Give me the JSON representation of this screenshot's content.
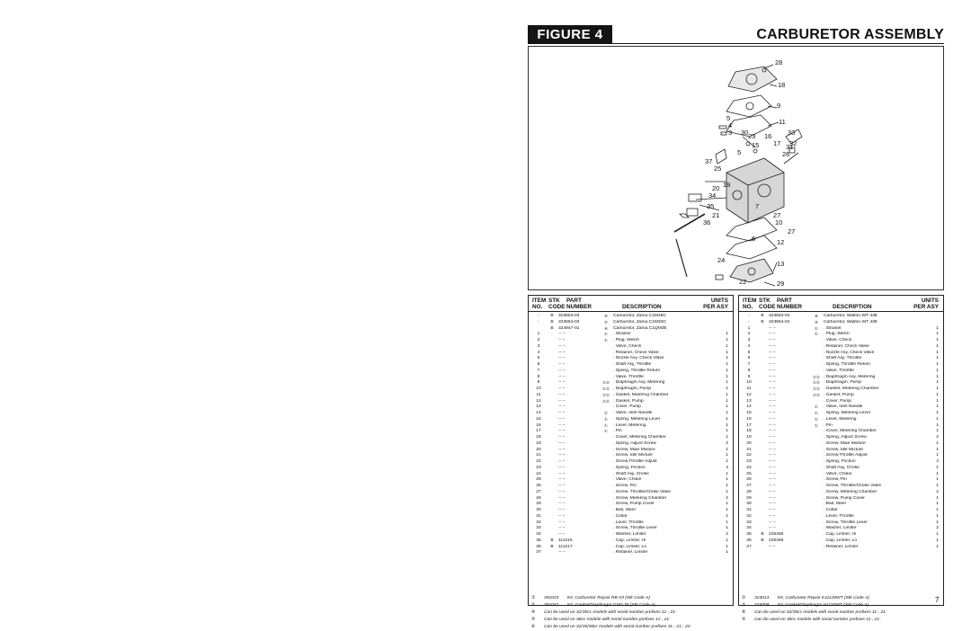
{
  "header": {
    "figure_label": "FIGURE 4",
    "title": "CARBURETOR ASSEMBLY"
  },
  "diagram": {
    "callouts": [
      "28",
      "18",
      "9",
      "5",
      "4",
      "3",
      "11",
      "30",
      "23",
      "16",
      "33",
      "17",
      "32",
      "15",
      "26",
      "31",
      "5",
      "37",
      "25",
      "19",
      "20",
      "34",
      "35",
      "21",
      "27",
      "7",
      "36",
      "10",
      "27",
      "6",
      "12",
      "24",
      "13",
      "22",
      "29"
    ]
  },
  "columns": {
    "item": "ITEM",
    "no": "NO.",
    "stk": "STK",
    "code": "CODE",
    "part": "PART",
    "number": "NUMBER",
    "description": "DESCRIPTION",
    "units": "UNITS",
    "per_asy": "PER ASY"
  },
  "table_left": {
    "rows": [
      {
        "item": "-",
        "stk": "B",
        "part": "323653-03",
        "mark": "④",
        "desc": "Carburetor, Zama C1M28C",
        "units": ""
      },
      {
        "item": "-",
        "stk": "B",
        "part": "323654-03",
        "mark": "⑤",
        "desc": "Carburetor, Zama C1M33C",
        "units": ""
      },
      {
        "item": "",
        "stk": "B",
        "part": "324947-01",
        "mark": "⑥",
        "desc": "Carburetor, Zama C1QM36",
        "units": ""
      },
      {
        "item": "1",
        "stk": "",
        "part": "-- --",
        "mark": "①",
        "desc": ". Strainer",
        "units": "1"
      },
      {
        "item": "2",
        "stk": "",
        "part": "-- --",
        "mark": "①",
        "desc": ". Plug, Welch",
        "units": "1"
      },
      {
        "item": "3",
        "stk": "",
        "part": "-- --",
        "mark": "",
        "desc": ". Valve, Check",
        "units": "1"
      },
      {
        "item": "4",
        "stk": "",
        "part": "-- --",
        "mark": "",
        "desc": ". Retainer, Check Valve",
        "units": "1"
      },
      {
        "item": "5",
        "stk": "",
        "part": "-- --",
        "mark": "",
        "desc": ". Nozzle Asy, Check Valve",
        "units": "1"
      },
      {
        "item": "6",
        "stk": "",
        "part": "-- --",
        "mark": "",
        "desc": ". Shaft Asy, Throttle",
        "units": "1"
      },
      {
        "item": "7",
        "stk": "",
        "part": "-- --",
        "mark": "",
        "desc": ". Spring, Throttle Return",
        "units": "1"
      },
      {
        "item": "8",
        "stk": "",
        "part": "-- --",
        "mark": "",
        "desc": ". Valve, Throttle",
        "units": "1"
      },
      {
        "item": "9",
        "stk": "",
        "part": "-- --",
        "mark": "①②",
        "desc": ". Diaphragm Asy, Metering",
        "units": "1"
      },
      {
        "item": "10",
        "stk": "",
        "part": "-- --",
        "mark": "①②",
        "desc": ". Diaphragm, Pump",
        "units": "1"
      },
      {
        "item": "11",
        "stk": "",
        "part": "-- --",
        "mark": "①②",
        "desc": ". Gasket, Metering Chamber",
        "units": "1"
      },
      {
        "item": "12",
        "stk": "",
        "part": "-- --",
        "mark": "①②",
        "desc": ". Gasket, Pump",
        "units": "1"
      },
      {
        "item": "13",
        "stk": "",
        "part": "-- --",
        "mark": "",
        "desc": ". Cover, Pump",
        "units": "1"
      },
      {
        "item": "14",
        "stk": "",
        "part": "-- --",
        "mark": "①",
        "desc": ". Valve, Inlet Needle",
        "units": "1"
      },
      {
        "item": "15",
        "stk": "",
        "part": "-- --",
        "mark": "①",
        "desc": ". Spring, Metering Lever",
        "units": "1"
      },
      {
        "item": "16",
        "stk": "",
        "part": "-- --",
        "mark": "①",
        "desc": ". Lever, Metering",
        "units": "1"
      },
      {
        "item": "17",
        "stk": "",
        "part": "-- --",
        "mark": "①",
        "desc": ". Pin",
        "units": "1"
      },
      {
        "item": "18",
        "stk": "",
        "part": "-- --",
        "mark": "",
        "desc": ". Cover, Metering Chamber",
        "units": "1"
      },
      {
        "item": "19",
        "stk": "",
        "part": "-- --",
        "mark": "",
        "desc": ". Spring, Adjust Screw",
        "units": "2"
      },
      {
        "item": "20",
        "stk": "",
        "part": "-- --",
        "mark": "",
        "desc": ". Screw, Main Mixture",
        "units": "1"
      },
      {
        "item": "21",
        "stk": "",
        "part": "-- --",
        "mark": "",
        "desc": ". Screw, Idle Mixture",
        "units": "1"
      },
      {
        "item": "22",
        "stk": "",
        "part": "-- --",
        "mark": "",
        "desc": ". Screw,Throttle Adjust",
        "units": "1"
      },
      {
        "item": "23",
        "stk": "",
        "part": "-- --",
        "mark": "",
        "desc": ". Spring, Friction",
        "units": "4"
      },
      {
        "item": "24",
        "stk": "",
        "part": "-- --",
        "mark": "",
        "desc": ". Shaft Asy, Choke",
        "units": "1"
      },
      {
        "item": "25",
        "stk": "",
        "part": "-- --",
        "mark": "",
        "desc": ". Valve, Choke",
        "units": "1"
      },
      {
        "item": "26",
        "stk": "",
        "part": "-- --",
        "mark": "",
        "desc": ". Screw, Pin",
        "units": "1"
      },
      {
        "item": "27",
        "stk": "",
        "part": "-- --",
        "mark": "",
        "desc": ". Screw, Throttle/Choke Valve",
        "units": "1"
      },
      {
        "item": "28",
        "stk": "",
        "part": "-- --",
        "mark": "",
        "desc": ". Screw, Metering Chamber",
        "units": "2"
      },
      {
        "item": "29",
        "stk": "",
        "part": "-- --",
        "mark": "",
        "desc": ". Screw, Pump Cover",
        "units": "1"
      },
      {
        "item": "30",
        "stk": "",
        "part": "-- --",
        "mark": "",
        "desc": ". Ball, Steel",
        "units": "1"
      },
      {
        "item": "31",
        "stk": "",
        "part": "-- --",
        "mark": "",
        "desc": ". Collar",
        "units": "1"
      },
      {
        "item": "32",
        "stk": "",
        "part": "-- --",
        "mark": "",
        "desc": ". Lever, Throttle",
        "units": "1"
      },
      {
        "item": "33",
        "stk": "",
        "part": "-- --",
        "mark": "",
        "desc": ". Screw, Throttle Lever",
        "units": "1"
      },
      {
        "item": "34",
        "stk": "",
        "part": "-- --",
        "mark": "",
        "desc": ". Washer, Limiter",
        "units": "2"
      },
      {
        "item": "35",
        "stk": "B",
        "part": "111216",
        "mark": "",
        "desc": ". Cap, Limiter, Hi",
        "units": "1"
      },
      {
        "item": "36",
        "stk": "B",
        "part": "111217",
        "mark": "",
        "desc": ". Cap, Limiter, Lo",
        "units": "1"
      },
      {
        "item": "37",
        "stk": "",
        "part": "-- --",
        "mark": "",
        "desc": ". Retainer, Limiter",
        "units": "1"
      }
    ],
    "notes": [
      {
        "mark": "①",
        "part": "391043",
        "text": "Kit, Carburetor Repair RB-19 (Stk Code A)"
      },
      {
        "mark": "②",
        "part": "391042",
        "text": "Kit, Gasket/Diaphragm GND-35 (Stk Code A)"
      },
      {
        "mark": "④",
        "part": "",
        "text": "Can be used on 32/35cc models with serial number prefixes 11-, 21-"
      },
      {
        "mark": "⑤",
        "part": "",
        "text": "Can be used on 38cc models with serial number prefixes 11-, 21-"
      },
      {
        "mark": "⑥",
        "part": "",
        "text": "Can be used on 32/35/38cc models with serial number prefixes 11-, 21-, 22-"
      }
    ]
  },
  "table_right": {
    "rows": [
      {
        "item": "-",
        "stk": "B",
        "part": "323653-04",
        "mark": "⑧",
        "desc": "Carburetor, Walbro WT 438",
        "units": ""
      },
      {
        "item": "-",
        "stk": "B",
        "part": "323654-04",
        "mark": "⑨",
        "desc": "Carburetor, Walbro WT 439",
        "units": ""
      },
      {
        "item": "1",
        "stk": "",
        "part": "-- --",
        "mark": "①",
        "desc": ". Strainer",
        "units": "1"
      },
      {
        "item": "2",
        "stk": "",
        "part": "-- --",
        "mark": "①",
        "desc": ". Plug, Welch",
        "units": "1"
      },
      {
        "item": "3",
        "stk": "",
        "part": "-- --",
        "mark": "",
        "desc": ". Valve, Check",
        "units": "1"
      },
      {
        "item": "4",
        "stk": "",
        "part": "-- --",
        "mark": "",
        "desc": ". Retainer, Check Valve",
        "units": "1"
      },
      {
        "item": "5",
        "stk": "",
        "part": "-- --",
        "mark": "",
        "desc": ". Nozzle Asy, Check Valve",
        "units": "1"
      },
      {
        "item": "6",
        "stk": "",
        "part": "-- --",
        "mark": "",
        "desc": ". Shaft Asy, Throttle",
        "units": "1"
      },
      {
        "item": "7",
        "stk": "",
        "part": "-- --",
        "mark": "",
        "desc": ". Spring, Throttle Return",
        "units": "1"
      },
      {
        "item": "8",
        "stk": "",
        "part": "-- --",
        "mark": "",
        "desc": ". Valve, Throttle",
        "units": "1"
      },
      {
        "item": "9",
        "stk": "",
        "part": "-- --",
        "mark": "①②",
        "desc": ". Diaphragm Asy, Metering",
        "units": "1"
      },
      {
        "item": "10",
        "stk": "",
        "part": "-- --",
        "mark": "①②",
        "desc": ". Diaphragm, Pump",
        "units": "1"
      },
      {
        "item": "11",
        "stk": "",
        "part": "-- --",
        "mark": "①②",
        "desc": ". Gasket, Metering Chamber",
        "units": "1"
      },
      {
        "item": "12",
        "stk": "",
        "part": "-- --",
        "mark": "①②",
        "desc": ". Gasket, Pump",
        "units": "1"
      },
      {
        "item": "13",
        "stk": "",
        "part": "-- --",
        "mark": "",
        "desc": ". Cover, Pump",
        "units": "1"
      },
      {
        "item": "14",
        "stk": "",
        "part": "-- --",
        "mark": "①",
        "desc": ". Valve, Inlet Needle",
        "units": "1"
      },
      {
        "item": "15",
        "stk": "",
        "part": "-- --",
        "mark": "①",
        "desc": ". Spring, Metering Lever",
        "units": "1"
      },
      {
        "item": "16",
        "stk": "",
        "part": "-- --",
        "mark": "①",
        "desc": ". Lever, Metering",
        "units": "1"
      },
      {
        "item": "17",
        "stk": "",
        "part": "-- --",
        "mark": "①",
        "desc": ". Pin",
        "units": "1"
      },
      {
        "item": "18",
        "stk": "",
        "part": "-- --",
        "mark": "",
        "desc": ". Cover, Metering Chamber",
        "units": "1"
      },
      {
        "item": "19",
        "stk": "",
        "part": "-- --",
        "mark": "",
        "desc": ". Spring, Adjust Screw",
        "units": "2"
      },
      {
        "item": "20",
        "stk": "",
        "part": "-- --",
        "mark": "",
        "desc": ". Screw, Main Mixture",
        "units": "1"
      },
      {
        "item": "21",
        "stk": "",
        "part": "-- --",
        "mark": "",
        "desc": ". Screw, Idle Mixture",
        "units": "1"
      },
      {
        "item": "22",
        "stk": "",
        "part": "-- --",
        "mark": "",
        "desc": ". Screw,Throttle Adjust",
        "units": "1"
      },
      {
        "item": "23",
        "stk": "",
        "part": "-- --",
        "mark": "",
        "desc": ". Spring, Friction",
        "units": "4"
      },
      {
        "item": "24",
        "stk": "",
        "part": "-- --",
        "mark": "",
        "desc": ". Shaft Asy, Choke",
        "units": "1"
      },
      {
        "item": "25",
        "stk": "",
        "part": "-- --",
        "mark": "",
        "desc": ". Valve, Choke",
        "units": "1"
      },
      {
        "item": "26",
        "stk": "",
        "part": "-- --",
        "mark": "",
        "desc": ". Screw, Pin",
        "units": "1"
      },
      {
        "item": "27",
        "stk": "",
        "part": "-- --",
        "mark": "",
        "desc": ". Screw, Throttle/Choke Valve",
        "units": "1"
      },
      {
        "item": "28",
        "stk": "",
        "part": "-- --",
        "mark": "",
        "desc": ". Screw, Metering Chamber",
        "units": "2"
      },
      {
        "item": "29",
        "stk": "",
        "part": "-- --",
        "mark": "",
        "desc": ". Screw, Pump Cover",
        "units": "1"
      },
      {
        "item": "30",
        "stk": "",
        "part": "-- --",
        "mark": "",
        "desc": ". Ball, Steel",
        "units": "1"
      },
      {
        "item": "31",
        "stk": "",
        "part": "-- --",
        "mark": "",
        "desc": ". Collar",
        "units": "1"
      },
      {
        "item": "32",
        "stk": "",
        "part": "-- --",
        "mark": "",
        "desc": ". Lever, Throttle",
        "units": "1"
      },
      {
        "item": "33",
        "stk": "",
        "part": "-- --",
        "mark": "",
        "desc": ". Screw, Throttle Lever",
        "units": "1"
      },
      {
        "item": "34",
        "stk": "",
        "part": "-- --",
        "mark": "",
        "desc": ". Washer, Limiter",
        "units": "2"
      },
      {
        "item": "35",
        "stk": "B",
        "part": "225465",
        "mark": "",
        "desc": ". Cap, Limiter, Hi",
        "units": "1"
      },
      {
        "item": "36",
        "stk": "B",
        "part": "225466",
        "mark": "",
        "desc": ". Cap, Limiter, Lo",
        "units": "1"
      },
      {
        "item": "37",
        "stk": "",
        "part": "-- --",
        "mark": "",
        "desc": ". Retainer, Limiter",
        "units": "1"
      }
    ],
    "notes": [
      {
        "mark": "①",
        "part": "324013",
        "text": "Kit, Carburetor Repair K11120WT (Stk Code A)"
      },
      {
        "mark": "②",
        "part": "324009",
        "text": "Kit, Gasket/Diaphragm H1110WT (Stk Code A)"
      },
      {
        "mark": "⑧",
        "part": "",
        "text": "Can be used on 32/35cc models with serial number prefixes 11-, 21-"
      },
      {
        "mark": "⑨",
        "part": "",
        "text": "Can be used on 38cc models with serial number prefixes 11-, 21-"
      }
    ]
  },
  "page_number": "7"
}
